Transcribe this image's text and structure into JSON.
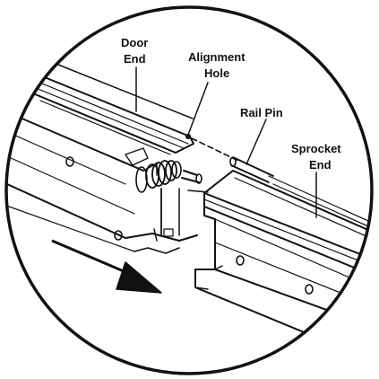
{
  "labels": {
    "door_end_line1": "Door",
    "door_end_line2": "End",
    "alignment_hole_line1": "Alignment",
    "alignment_hole_line2": "Hole",
    "rail_pin": "Rail Pin",
    "sprocket_end_line1": "Sprocket",
    "sprocket_end_line2": "End"
  },
  "colors": {
    "ink": "#111111",
    "paper": "#ffffff"
  },
  "icons": {
    "direction": "arrow-right-down-icon"
  }
}
